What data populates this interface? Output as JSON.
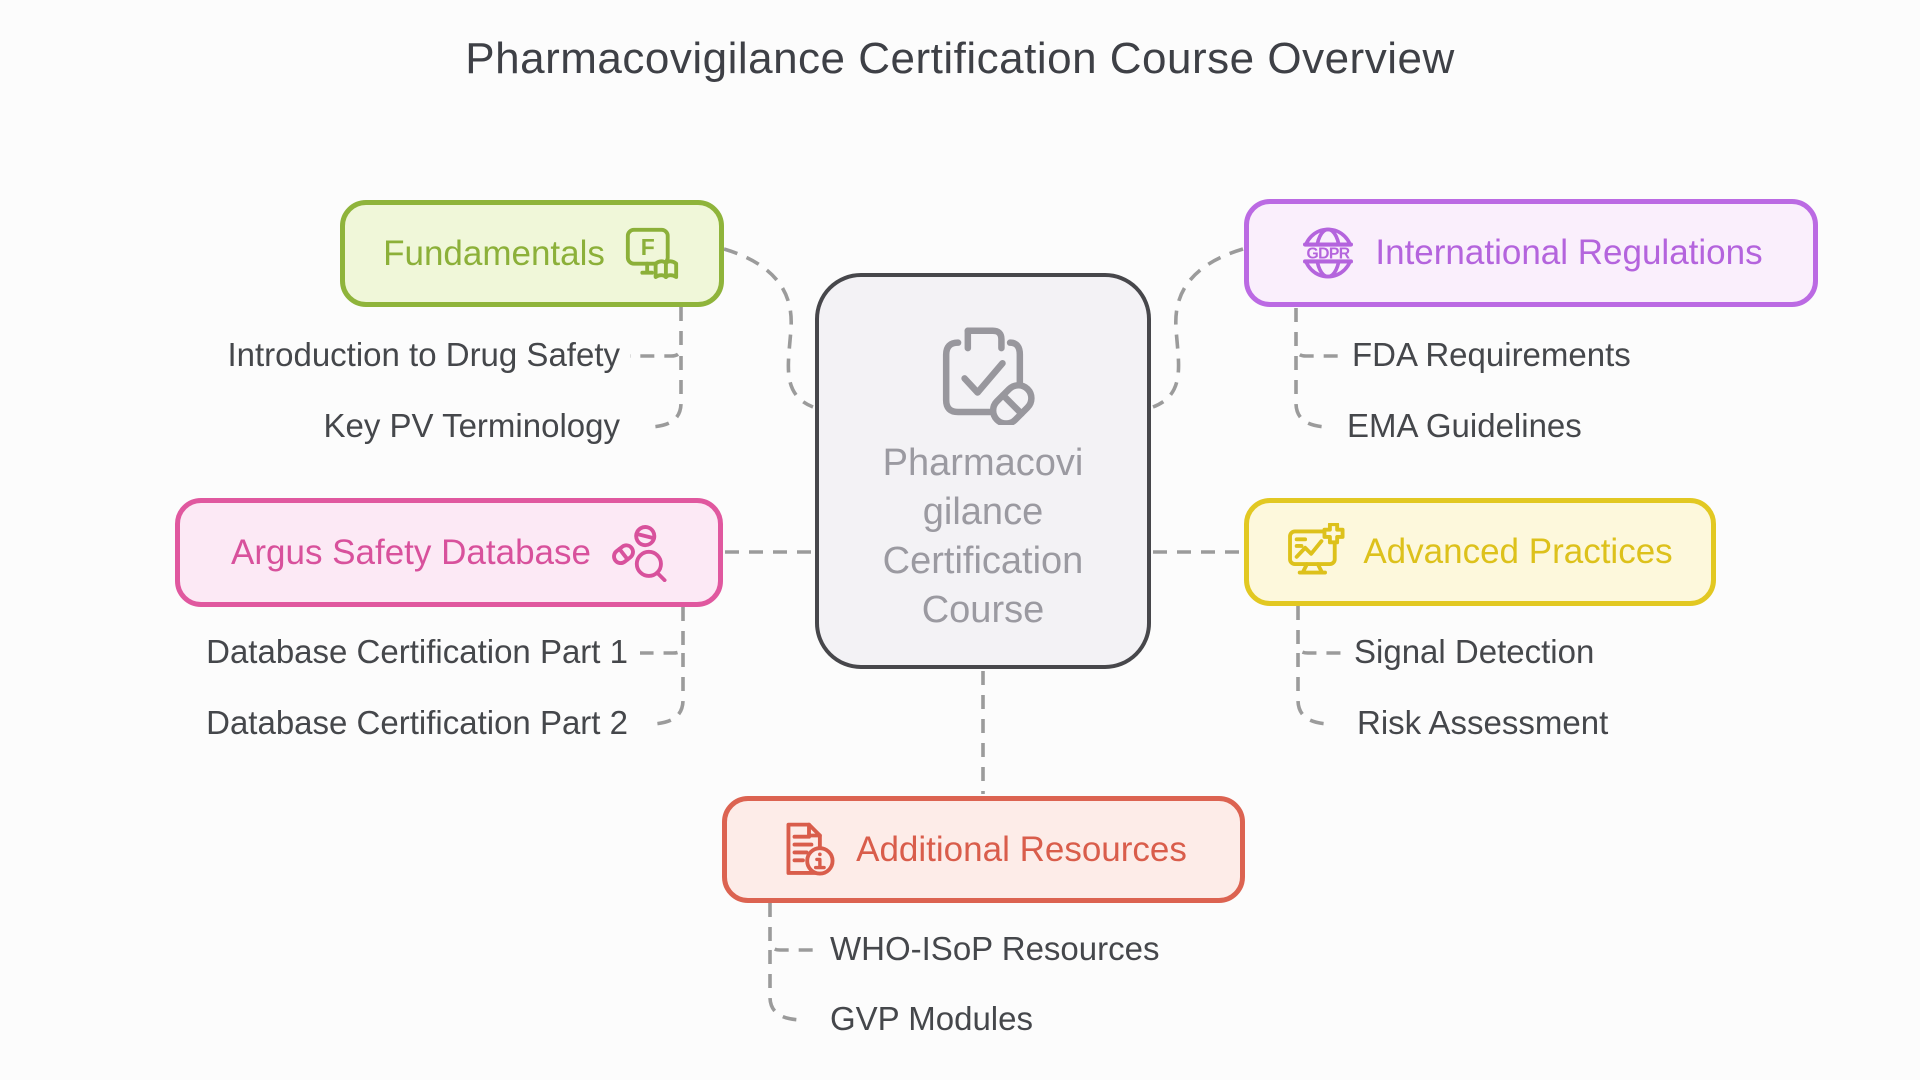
{
  "title": "Pharmacovigilance Certification Course Overview",
  "center": {
    "lines": [
      "Pharmacovi",
      "gilance",
      "Certification",
      "Course"
    ],
    "icon": "calendar-check-pill-icon",
    "colors": {
      "border": "#47474b",
      "fill": "#f3f2f5",
      "text": "#9b9aa1"
    }
  },
  "connector_color": "#9b9b9b",
  "branches": [
    {
      "id": "fundamentals",
      "label": "Fundamentals",
      "icon": "training-board-book-icon",
      "icon_letter": "F",
      "colors": {
        "border": "#8fb43b",
        "fill": "#f0f7d9",
        "text": "#8cb039"
      },
      "items": [
        "Introduction to Drug Safety",
        "Key PV Terminology"
      ]
    },
    {
      "id": "argus",
      "label": "Argus Safety Database",
      "icon": "pill-search-icon",
      "colors": {
        "border": "#e0589f",
        "fill": "#fce9f5",
        "text": "#d8519c"
      },
      "items": [
        "Database Certification Part 1",
        "Database Certification Part 2"
      ]
    },
    {
      "id": "international",
      "label": "International Regulations",
      "icon": "gdpr-globe-icon",
      "icon_text": "GDPR",
      "colors": {
        "border": "#bb6ae3",
        "fill": "#faeffc",
        "text": "#b464dd"
      },
      "items": [
        "FDA Requirements",
        "EMA Guidelines"
      ]
    },
    {
      "id": "advanced",
      "label": "Advanced Practices",
      "icon": "monitor-chart-plus-icon",
      "colors": {
        "border": "#e2c822",
        "fill": "#fdf8dc",
        "text": "#ddc11b"
      },
      "items": [
        "Signal Detection",
        "Risk Assessment"
      ]
    },
    {
      "id": "additional",
      "label": "Additional Resources",
      "icon": "document-info-icon",
      "colors": {
        "border": "#dc6351",
        "fill": "#fdece8",
        "text": "#d95d4b"
      },
      "items": [
        "WHO-ISoP Resources",
        "GVP Modules"
      ]
    }
  ]
}
